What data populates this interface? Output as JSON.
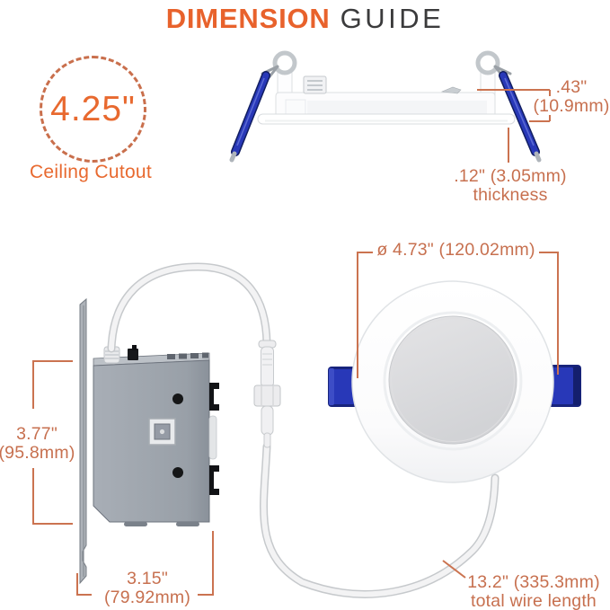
{
  "title": {
    "primary": "DIMENSION",
    "secondary": "GUIDE"
  },
  "cutout": {
    "value": "4.25\"",
    "label": "Ceiling Cutout"
  },
  "annotations": {
    "housing_height": {
      "line1": ".43\"",
      "line2": "(10.9mm)"
    },
    "flange_thickness": {
      "line1": ".12\" (3.05mm)",
      "line2": "thickness"
    },
    "diameter": {
      "line1": "ø 4.73\" (120.02mm)"
    },
    "box_height": {
      "line1": "3.77\"",
      "line2": "(95.8mm)"
    },
    "box_width": {
      "line1": "3.15\"",
      "line2": "(79.92mm)"
    },
    "wire_length": {
      "line1": "13.2\" (335.3mm)",
      "line2": "total wire length"
    }
  },
  "colors": {
    "accent_orange": "#E8652F",
    "dimension_text": "#C7704F",
    "title_secondary": "#3B3B3C",
    "spring_clip_blue": "#2838B8",
    "junction_box_gray": "#9CA3AB"
  }
}
